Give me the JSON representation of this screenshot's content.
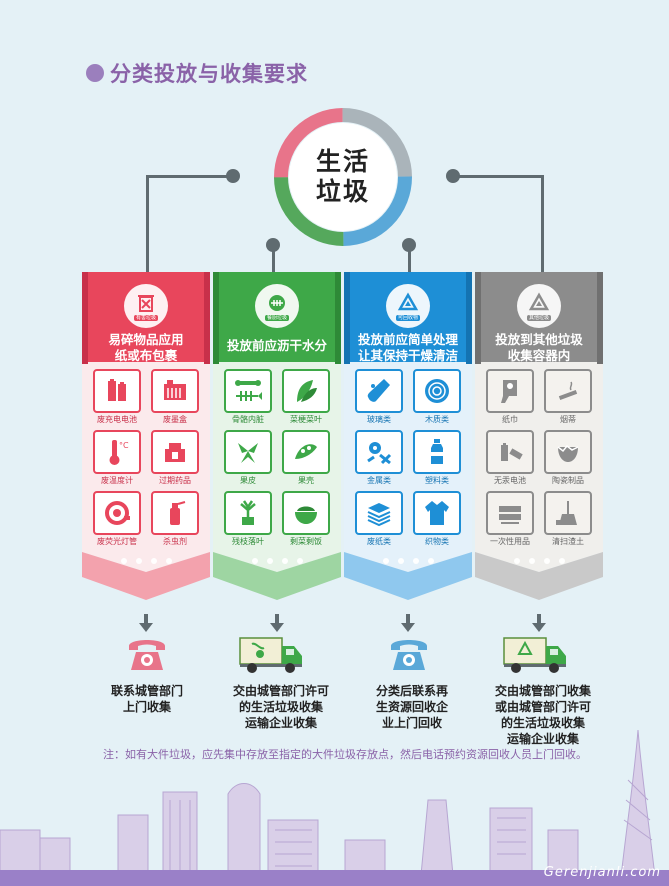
{
  "header": {
    "title": "分类投放与收集要求"
  },
  "center": {
    "line1": "生活",
    "line2": "垃圾"
  },
  "columns": [
    {
      "key": "hazardous",
      "color": "#e8465c",
      "light": "#f3a2ad",
      "badge_cn": "有害垃圾",
      "badge_en": "Harmful waste",
      "title": "易碎物品应用纸或布包裹",
      "title_lines": [
        "易碎物品应用",
        "纸或布包裹"
      ],
      "items": [
        "废充电电池",
        "废墨盒",
        "废温度计",
        "过期药品",
        "废荧光灯管",
        "杀虫剂"
      ],
      "disposal_icon": "telephone-icon",
      "disposal": [
        "联系城管部门",
        "上门收集"
      ]
    },
    {
      "key": "kitchen",
      "color": "#3ea848",
      "light": "#9ed5a2",
      "badge_cn": "餐厨垃圾",
      "badge_en": "Food scrap",
      "title": "投放前应沥干水分",
      "title_lines": [
        "投放前应沥干水分"
      ],
      "items": [
        "骨骼内脏",
        "菜梗菜叶",
        "果皮",
        "果壳",
        "残枝落叶",
        "剩菜剩饭"
      ],
      "disposal_icon": "truck-icon",
      "disposal": [
        "交由城管部门许可",
        "的生活垃圾收集",
        "运输企业收集"
      ]
    },
    {
      "key": "recyclable",
      "color": "#1e8fd6",
      "light": "#8fc8ee",
      "badge_cn": "可回收物",
      "badge_en": "Recyclable",
      "title": "投放前应简单处理让其保持干燥清洁",
      "title_lines": [
        "投放前应简单处理",
        "让其保持干燥清洁"
      ],
      "items": [
        "玻璃类",
        "木质类",
        "金属类",
        "塑料类",
        "废纸类",
        "织物类"
      ],
      "disposal_icon": "telephone-icon",
      "disposal": [
        "分类后联系再",
        "生资源回收企",
        "业上门回收"
      ]
    },
    {
      "key": "other",
      "color": "#8c8c8c",
      "light": "#c9c9c9",
      "badge_cn": "其他垃圾",
      "badge_en": "Other waste",
      "title": "投放到其他垃圾收集容器内",
      "title_lines": [
        "投放到其他垃圾",
        "收集容器内"
      ],
      "items": [
        "纸巾",
        "烟蒂",
        "无汞电池",
        "陶瓷制品",
        "一次性用品",
        "清扫渣土"
      ],
      "disposal_icon": "truck-icon",
      "disposal": [
        "交由城管部门收集",
        "或由城管部门许可",
        "的生活垃圾收集",
        "运输企业收集"
      ]
    }
  ],
  "note": "注：如有大件垃圾，应先集中存放至指定的大件垃圾存放点，然后电话预约资源回收人员上门回收。",
  "watermark": "Gerenjianli.com"
}
